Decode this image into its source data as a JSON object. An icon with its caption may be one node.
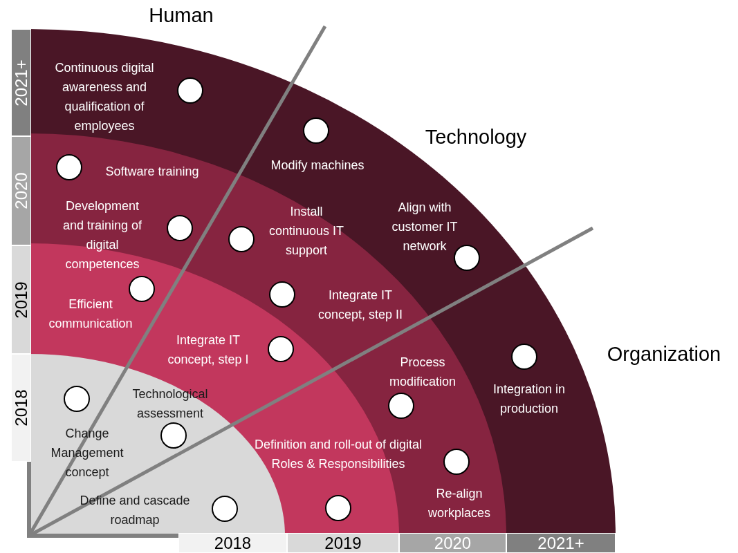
{
  "diagram": {
    "nodes": [
      {
        "text": [
          "Continuous digital awareness and qualification of employees"
        ]
      },
      {
        "text": [
          "Modify machines"
        ]
      },
      {
        "text": [
          "Software training"
        ]
      },
      {
        "text": [
          "Development and training of digital competences"
        ]
      },
      {
        "text": [
          "Install continuous IT support"
        ]
      },
      {
        "text": [
          "Align with customer IT network"
        ]
      },
      {
        "text": [
          "Efficient communication"
        ]
      },
      {
        "text": [
          "Integrate IT concept, step II"
        ]
      },
      {
        "text": [
          "Integrate IT concept, step I"
        ]
      },
      {
        "text": [
          "Process modification"
        ]
      },
      {
        "text": [
          "Integration in production"
        ]
      },
      {
        "text": [
          "Technological assessment"
        ]
      },
      {
        "text": [
          "Change Management concept"
        ]
      },
      {
        "text": [
          "Definition and roll-out of digital Roles & Responsibilities"
        ]
      },
      {
        "text": [
          "Re-align workplaces"
        ]
      },
      {
        "text": [
          "Define and cascade roadmap"
        ]
      }
    ],
    "labels": [
      "Human",
      "Technology",
      "Organization",
      "2021+",
      "2020",
      "2019",
      "2018",
      "2018",
      "2019",
      "2020",
      "2021+"
    ]
  }
}
